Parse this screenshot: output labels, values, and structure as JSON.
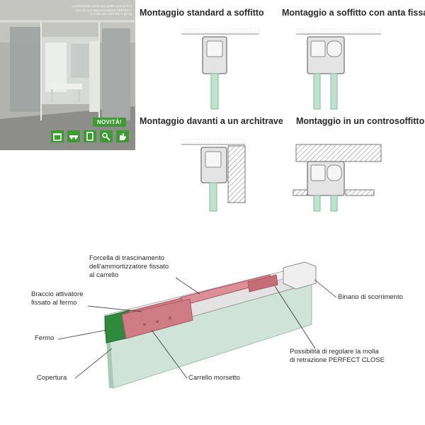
{
  "brochure": {
    "tagline": "La soluzione ideale per porte scorrevoli a una via con ammortizzatore PERFECT CLOSE per ante fino a 80 kg",
    "badge": "NOVITÀ!",
    "icons": [
      "door-icon",
      "track-icon",
      "panel-icon",
      "adjust-icon",
      "hand-icon"
    ],
    "accent_color": "#3e9a33"
  },
  "mounting": {
    "standard_ceiling": "Montaggio standard a soffitto",
    "ceiling_fixed_leaf": "Montaggio a soffitto con anta fissa",
    "in_front_lintel": "Montaggio davanti a un architrave",
    "false_ceiling": "Montaggio in un controsoffitto"
  },
  "assembly": {
    "callouts": {
      "fork": "Forcella di trascinamento\ndell'ammortizzatore fissato\nal carrello",
      "arm": "Braccio attivatore\nfissato al fermo",
      "stop": "Fermo",
      "cover": "Copertura",
      "rail": "Binario di scorrimento",
      "spring": "Possibilità di regolare la molla\ndi retrazione PERFECT CLOSE",
      "carriage": "Carrello morsetto"
    },
    "colors": {
      "damper": "#d07c84",
      "stop": "#2e8a3c",
      "glass": "#cfe3d8",
      "rail": "#d9d9d9"
    }
  }
}
